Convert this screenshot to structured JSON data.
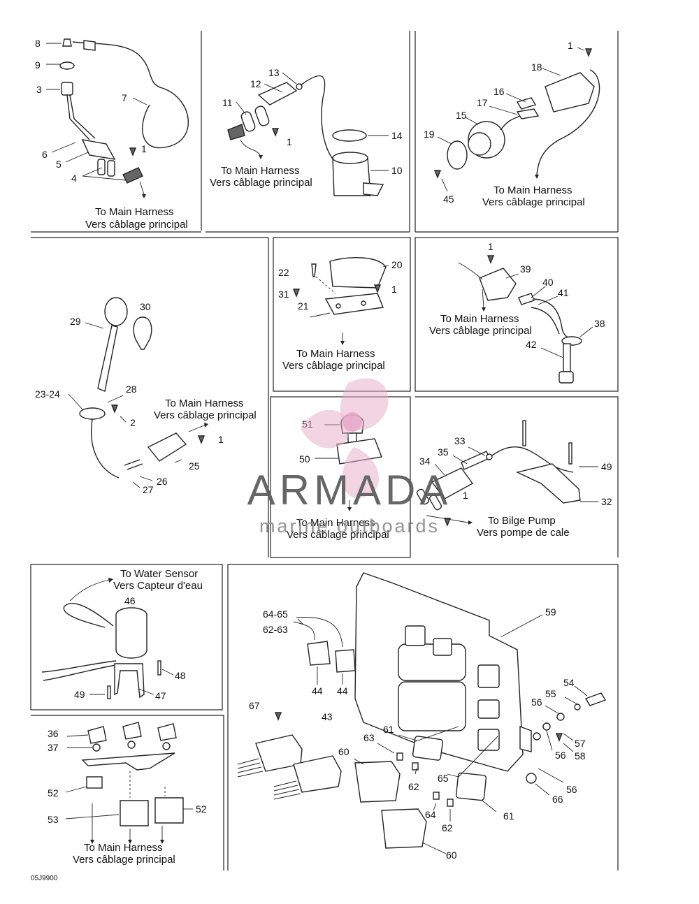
{
  "notes": {
    "to_main_harness_en": "To Main Harness",
    "to_main_harness_fr": "Vers câblage principal",
    "to_bilge_pump_en": "To Bilge Pump",
    "to_bilge_pump_fr": "Vers pompe de cale",
    "to_water_sensor_en": "To Water Sensor",
    "to_water_sensor_fr": "Vers Capteur d'eau"
  },
  "drawing_code": "05J9900",
  "watermark": {
    "brand": "ARMADA",
    "tagline": "marine outboards",
    "color": "#e7a9c9"
  },
  "callouts": {
    "p1": [
      "8",
      "9",
      "3",
      "7",
      "6",
      "5",
      "4",
      "1"
    ],
    "p2": [
      "13",
      "12",
      "11",
      "1",
      "14",
      "10"
    ],
    "p3": [
      "1",
      "18",
      "16",
      "17",
      "15",
      "19",
      "45"
    ],
    "p4": [
      "30",
      "29",
      "23-24",
      "28",
      "2",
      "1",
      "25",
      "26",
      "27"
    ],
    "p5": [
      "22",
      "20",
      "31",
      "1",
      "21"
    ],
    "p6": [
      "1",
      "39",
      "40",
      "41",
      "38",
      "42"
    ],
    "p7": [
      "51",
      "50"
    ],
    "p8": [
      "33",
      "35",
      "34",
      "1",
      "49",
      "32"
    ],
    "p9": [
      "46",
      "48",
      "49",
      "47"
    ],
    "p10": [
      "36",
      "37",
      "52",
      "53",
      "52"
    ],
    "p11": [
      "64-65",
      "62-63",
      "59",
      "44",
      "44",
      "67",
      "43",
      "54",
      "55",
      "56",
      "57",
      "58",
      "56",
      "61",
      "63",
      "60",
      "62",
      "65",
      "56",
      "66",
      "61",
      "64",
      "62",
      "60"
    ]
  }
}
